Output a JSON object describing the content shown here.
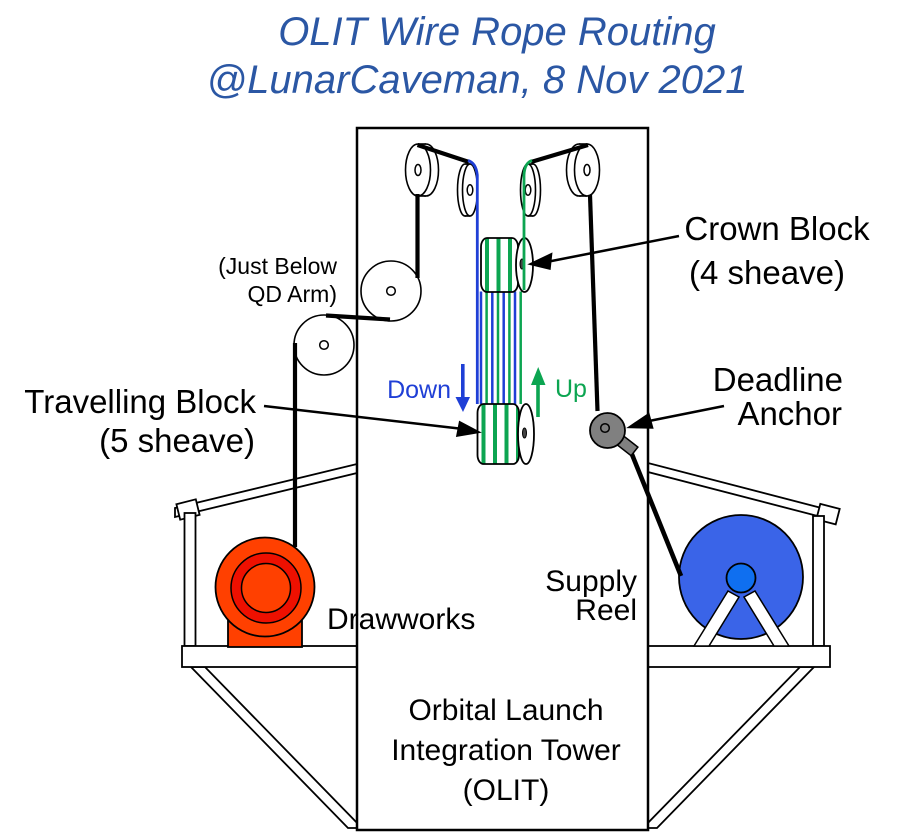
{
  "title": {
    "line1": "OLIT Wire Rope Routing",
    "line2": "@LunarCaveman, 8 Nov 2021"
  },
  "labels": {
    "crown_block": {
      "line1": "Crown Block",
      "line2": "(4 sheave)"
    },
    "deadline_anchor": {
      "line1": "Deadline",
      "line2": "Anchor"
    },
    "travelling_block": {
      "line1": "Travelling Block",
      "line2": "(5 sheave)"
    },
    "qd_note": {
      "line1": "(Just Below",
      "line2": "QD Arm)"
    },
    "drawworks": "Drawworks",
    "supply_reel": {
      "line1": "Supply",
      "line2": "Reel"
    },
    "tower": {
      "line1": "Orbital Launch",
      "line2": "Integration Tower",
      "line3": "(OLIT)"
    },
    "down": "Down",
    "up": "Up"
  },
  "colors": {
    "title_blue": "#2B57A4",
    "rope_blue": "#1F3FD6",
    "rope_green": "#0CA551",
    "drawworks_orange": "#FF4000",
    "drawworks_red": "#EE1000",
    "reel_blue": "#3A64E8",
    "reel_hub_blue": "#0F6FF0",
    "anchor_gray": "#808080"
  }
}
